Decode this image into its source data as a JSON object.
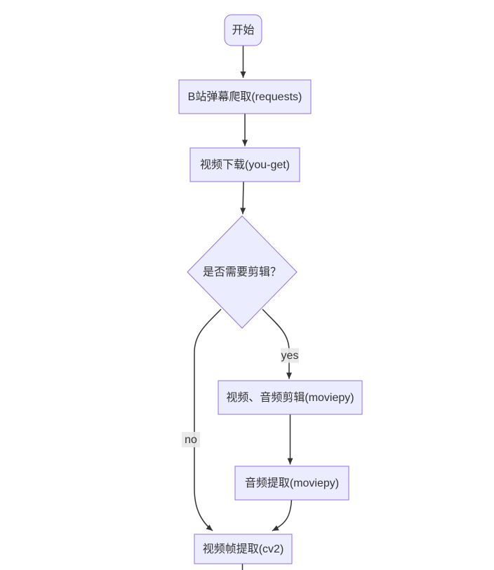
{
  "diagram": {
    "type": "flowchart",
    "direction": "top-down",
    "nodes": {
      "start": {
        "label": "开始",
        "shape": "rounded-rect"
      },
      "crawl": {
        "label": "B站弹幕爬取(requests)",
        "shape": "rect"
      },
      "download": {
        "label": "视频下载(you-get)",
        "shape": "rect"
      },
      "decision": {
        "label": "是否需要剪辑？",
        "shape": "diamond"
      },
      "edit": {
        "label": "视频、音频剪辑(moviepy)",
        "shape": "rect"
      },
      "audio": {
        "label": "音频提取(moviepy)",
        "shape": "rect"
      },
      "frames": {
        "label": "视频帧提取(cv2)",
        "shape": "rect"
      }
    },
    "edges": [
      {
        "from": "start",
        "to": "crawl",
        "label": ""
      },
      {
        "from": "crawl",
        "to": "download",
        "label": ""
      },
      {
        "from": "download",
        "to": "decision",
        "label": ""
      },
      {
        "from": "decision",
        "to": "edit",
        "label": "yes"
      },
      {
        "from": "decision",
        "to": "frames",
        "label": "no"
      },
      {
        "from": "edit",
        "to": "audio",
        "label": ""
      },
      {
        "from": "audio",
        "to": "frames",
        "label": ""
      }
    ],
    "colors": {
      "node_fill": "#ECECFF",
      "node_border": "#9370DB",
      "edge_stroke": "#333333",
      "edge_label_bg": "#e8e8e8",
      "text": "#333333",
      "background": "#ffffff"
    }
  }
}
